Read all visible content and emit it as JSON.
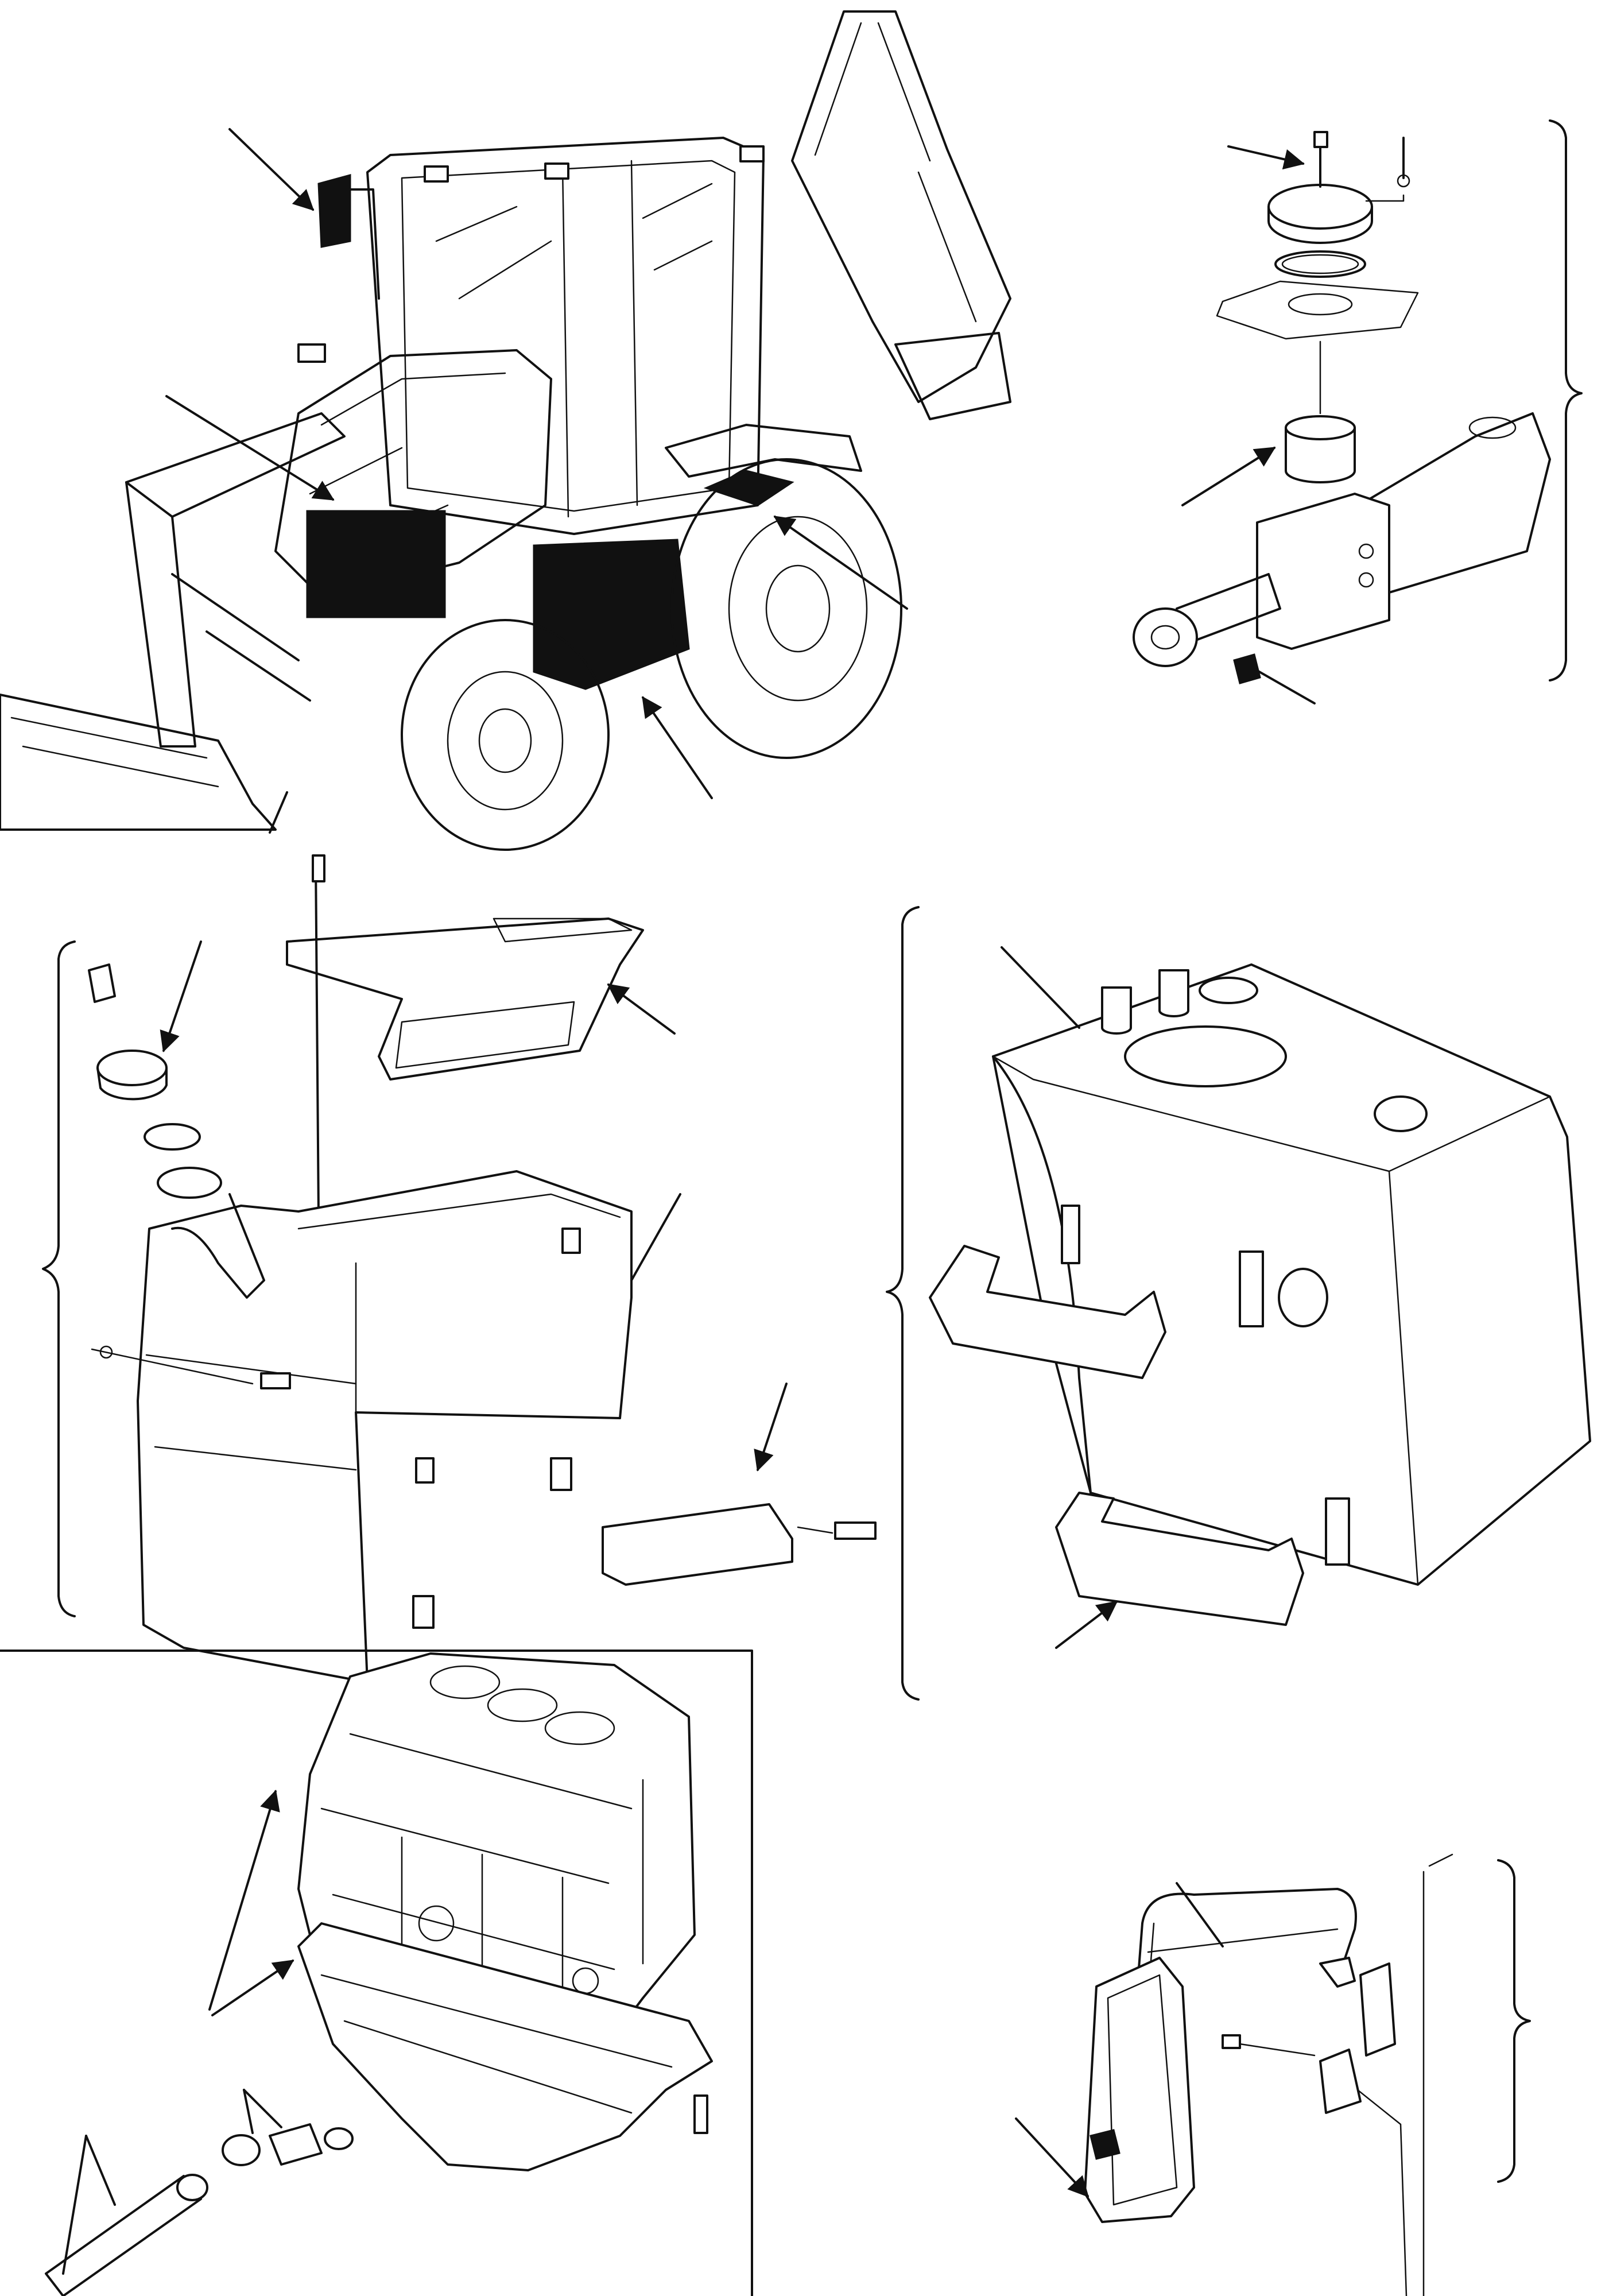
{
  "figure": {
    "panels": [
      {
        "id": "backhoe-loader-overview",
        "callout_count": 5
      },
      {
        "id": "hydraulic-cylinder-exploded",
        "callout_count": 3
      },
      {
        "id": "left-tank-with-steps",
        "callout_count": 5
      },
      {
        "id": "right-tank-with-steps",
        "callout_count": 2
      },
      {
        "id": "engine-block-and-oil-pan",
        "callout_count": 4
      },
      {
        "id": "mirror-assembly",
        "callout_count": 2
      }
    ],
    "colors": {
      "ink": "#111111",
      "paper": "#ffffff",
      "blackout": "#111111"
    },
    "icons": [
      "callout-arrow",
      "leader-line",
      "group-brace"
    ]
  }
}
